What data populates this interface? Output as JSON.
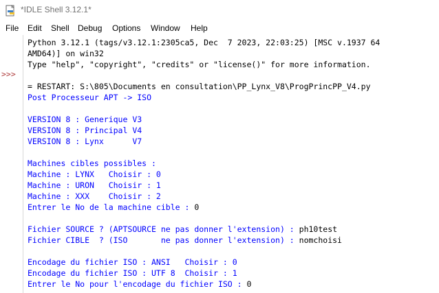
{
  "window": {
    "title": "*IDLE Shell 3.12.1*"
  },
  "menu": [
    "File",
    "Edit",
    "Shell",
    "Debug",
    "Options",
    "Window",
    "Help"
  ],
  "shell": {
    "prompt": ">>>",
    "lines": [
      {
        "text": "Python 3.12.1 (tags/v3.12.1:2305ca5, Dec  7 2023, 22:03:25) [MSC v.1937 64",
        "style": "black"
      },
      {
        "text": "AMD64)] on win32",
        "style": "black"
      },
      {
        "text": "Type \"help\", \"copyright\", \"credits\" or \"license()\" for more information.",
        "style": "black"
      },
      {
        "text": "",
        "style": "black"
      },
      {
        "text": "= RESTART: S:\\805\\Documents en consultation\\PP_Lynx_V8\\ProgPrincPP_V4.py",
        "style": "black"
      },
      {
        "text": "Post Processeur APT -> ISO",
        "style": "blue"
      },
      {
        "text": "",
        "style": "blue"
      },
      {
        "text": "VERSION 8 : Generique V3",
        "style": "blue"
      },
      {
        "text": "VERSION 8 : Principal V4",
        "style": "blue"
      },
      {
        "text": "VERSION 8 : Lynx      V7",
        "style": "blue"
      },
      {
        "text": "",
        "style": "blue"
      },
      {
        "text": "Machines cibles possibles :",
        "style": "blue"
      },
      {
        "text": "Machine : LYNX   Choisir : 0",
        "style": "blue"
      },
      {
        "text": "Machine : URON   Choisir : 1",
        "style": "blue"
      },
      {
        "text": "Machine : XXX    Choisir : 2",
        "style": "blue"
      },
      {
        "text": "Entrer le No de la machine cible : 0",
        "style": "mixed",
        "parts": [
          {
            "text": "Entrer le No de la machine cible : ",
            "style": "blue"
          },
          {
            "text": "0",
            "style": "black"
          }
        ]
      },
      {
        "text": "",
        "style": "blue"
      },
      {
        "text": "Fichier SOURCE ? (APTSOURCE ne pas donner l'extension) : ph10test",
        "style": "mixed",
        "parts": [
          {
            "text": "Fichier SOURCE ? (APTSOURCE ne pas donner l'extension) : ",
            "style": "blue"
          },
          {
            "text": "ph10test",
            "style": "black"
          }
        ]
      },
      {
        "text": "Fichier CIBLE  ? (ISO       ne pas donner l'extension) : nomchoisi",
        "style": "mixed",
        "parts": [
          {
            "text": "Fichier CIBLE  ? (ISO       ne pas donner l'extension) : ",
            "style": "blue"
          },
          {
            "text": "nomchoisi",
            "style": "black"
          }
        ]
      },
      {
        "text": "",
        "style": "blue"
      },
      {
        "text": "Encodage du fichier ISO : ANSI   Choisir : 0",
        "style": "blue"
      },
      {
        "text": "Encodage du fichier ISO : UTF 8  Choisir : 1",
        "style": "blue"
      },
      {
        "text": "Entrer le No pour l'encodage du fichier ISO : 0",
        "style": "mixed",
        "parts": [
          {
            "text": "Entrer le No pour l'encodage du fichier ISO : ",
            "style": "blue"
          },
          {
            "text": "0",
            "style": "black"
          }
        ]
      }
    ]
  },
  "colors": {
    "output_blue": "#0000ff",
    "prompt_red": "#b04040",
    "title_gray": "#707070"
  }
}
